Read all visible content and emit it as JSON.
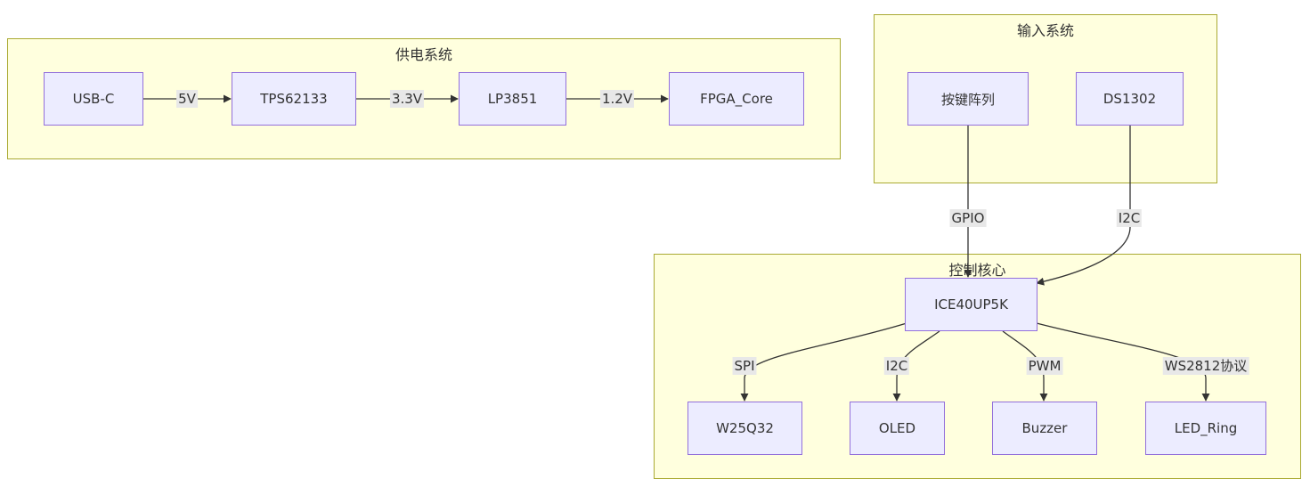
{
  "groups": {
    "power": "供电系统",
    "input": "输入系统",
    "control": "控制核心"
  },
  "nodes": {
    "usbc": "USB-C",
    "tps": "TPS62133",
    "lp": "LP3851",
    "fpga_core": "FPGA_Core",
    "keys": "按键阵列",
    "ds": "DS1302",
    "ice": "ICE40UP5K",
    "w25": "W25Q32",
    "oled": "OLED",
    "buzzer": "Buzzer",
    "led": "LED_Ring"
  },
  "edges": {
    "usb_tps": "5V",
    "tps_lp": "3.3V",
    "lp_core": "1.2V",
    "keys_ice": "GPIO",
    "ds_ice": "I2C",
    "ice_w25": "SPI",
    "ice_oled": "I2C",
    "ice_buzzer": "PWM",
    "ice_led": "WS2812协议"
  },
  "colors": {
    "group_fill": "#ffffde",
    "group_border": "#aaaa33",
    "node_fill": "#ececff",
    "node_border": "#9370db",
    "edge": "#333333",
    "label_bg": "#e8e8e8"
  }
}
